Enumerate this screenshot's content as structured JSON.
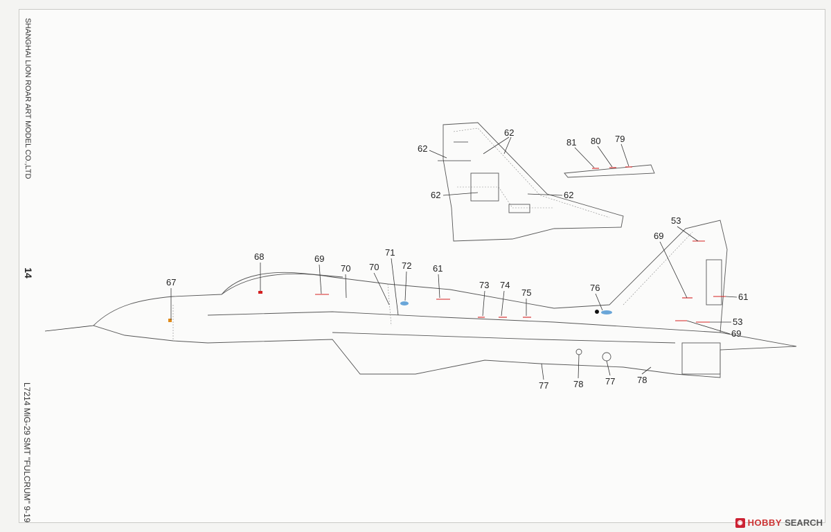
{
  "page": {
    "manufacturer": "SHANGHAI LION ROAR ART MODEL CO.,LTD",
    "page_number": "14",
    "kit_title": "L7214  MiG-29  SMT  \"FULCRUM\"  9-19"
  },
  "watermark": {
    "prefix": "HOBBY",
    "suffix": "SEARCH"
  },
  "callouts": {
    "fin": [
      "62",
      "62",
      "62",
      "62"
    ],
    "strip": [
      "81",
      "80",
      "79"
    ],
    "side": [
      "67",
      "68",
      "69",
      "70",
      "70",
      "71",
      "72",
      "61",
      "73",
      "74",
      "75",
      "76",
      "53",
      "69",
      "61",
      "53",
      "69",
      "77",
      "78",
      "77",
      "78"
    ]
  },
  "colors": {
    "marking_red": "#d42020",
    "marking_blue": "#6aa6d8"
  }
}
